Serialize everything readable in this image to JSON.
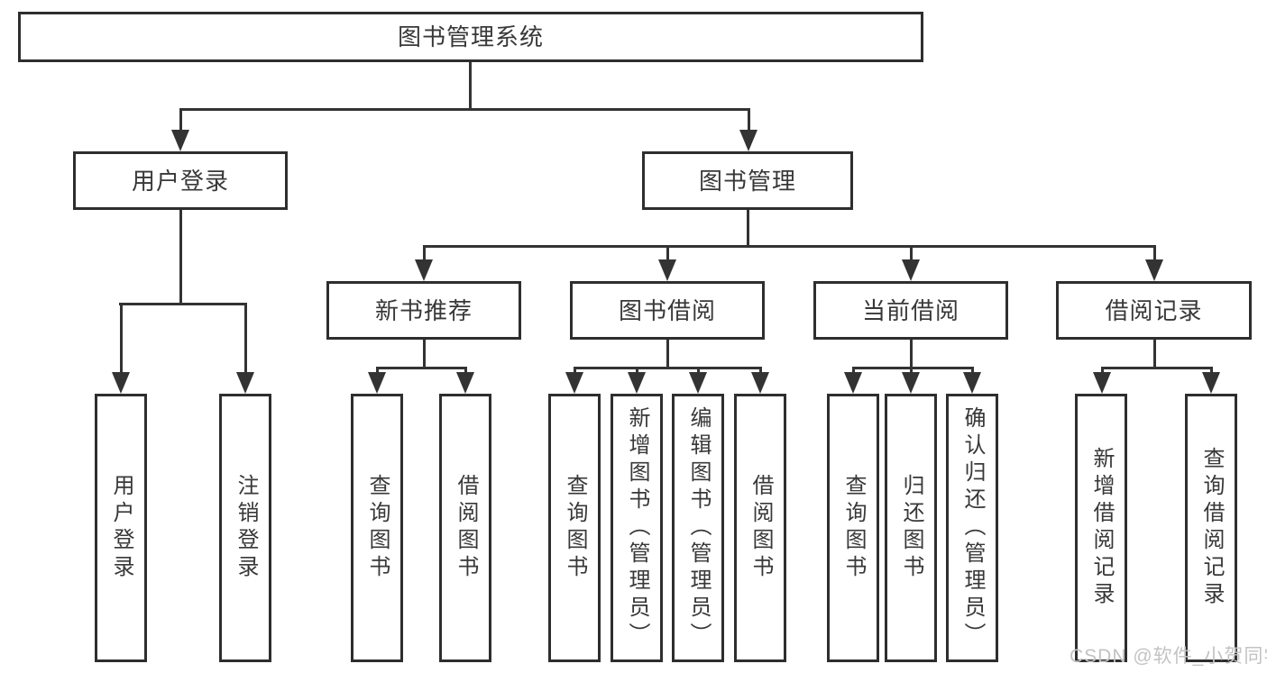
{
  "tree": {
    "label": "图书管理系统",
    "children": [
      {
        "label": "用户登录",
        "children": [
          {
            "label": "用户登录"
          },
          {
            "label": "注销登录"
          }
        ]
      },
      {
        "label": "图书管理",
        "children": [
          {
            "label": "新书推荐",
            "children": [
              {
                "label": "查询图书"
              },
              {
                "label": "借阅图书"
              }
            ]
          },
          {
            "label": "图书借阅",
            "children": [
              {
                "label": "查询图书"
              },
              {
                "label": "新增图书（管理员）"
              },
              {
                "label": "编辑图书（管理员）"
              },
              {
                "label": "借阅图书"
              }
            ]
          },
          {
            "label": "当前借阅",
            "children": [
              {
                "label": "查询图书"
              },
              {
                "label": "归还图书"
              },
              {
                "label": "确认归还（管理员）"
              }
            ]
          },
          {
            "label": "借阅记录",
            "children": [
              {
                "label": "新增借阅记录"
              },
              {
                "label": "查询借阅记录"
              }
            ]
          }
        ]
      }
    ]
  },
  "watermark": {
    "text": "CSDN @软件_小贺同学"
  },
  "colors": {
    "line": "#333333",
    "box_border": "#2e2e2e",
    "text": "#383838",
    "watermark": "#c3c3c3"
  }
}
